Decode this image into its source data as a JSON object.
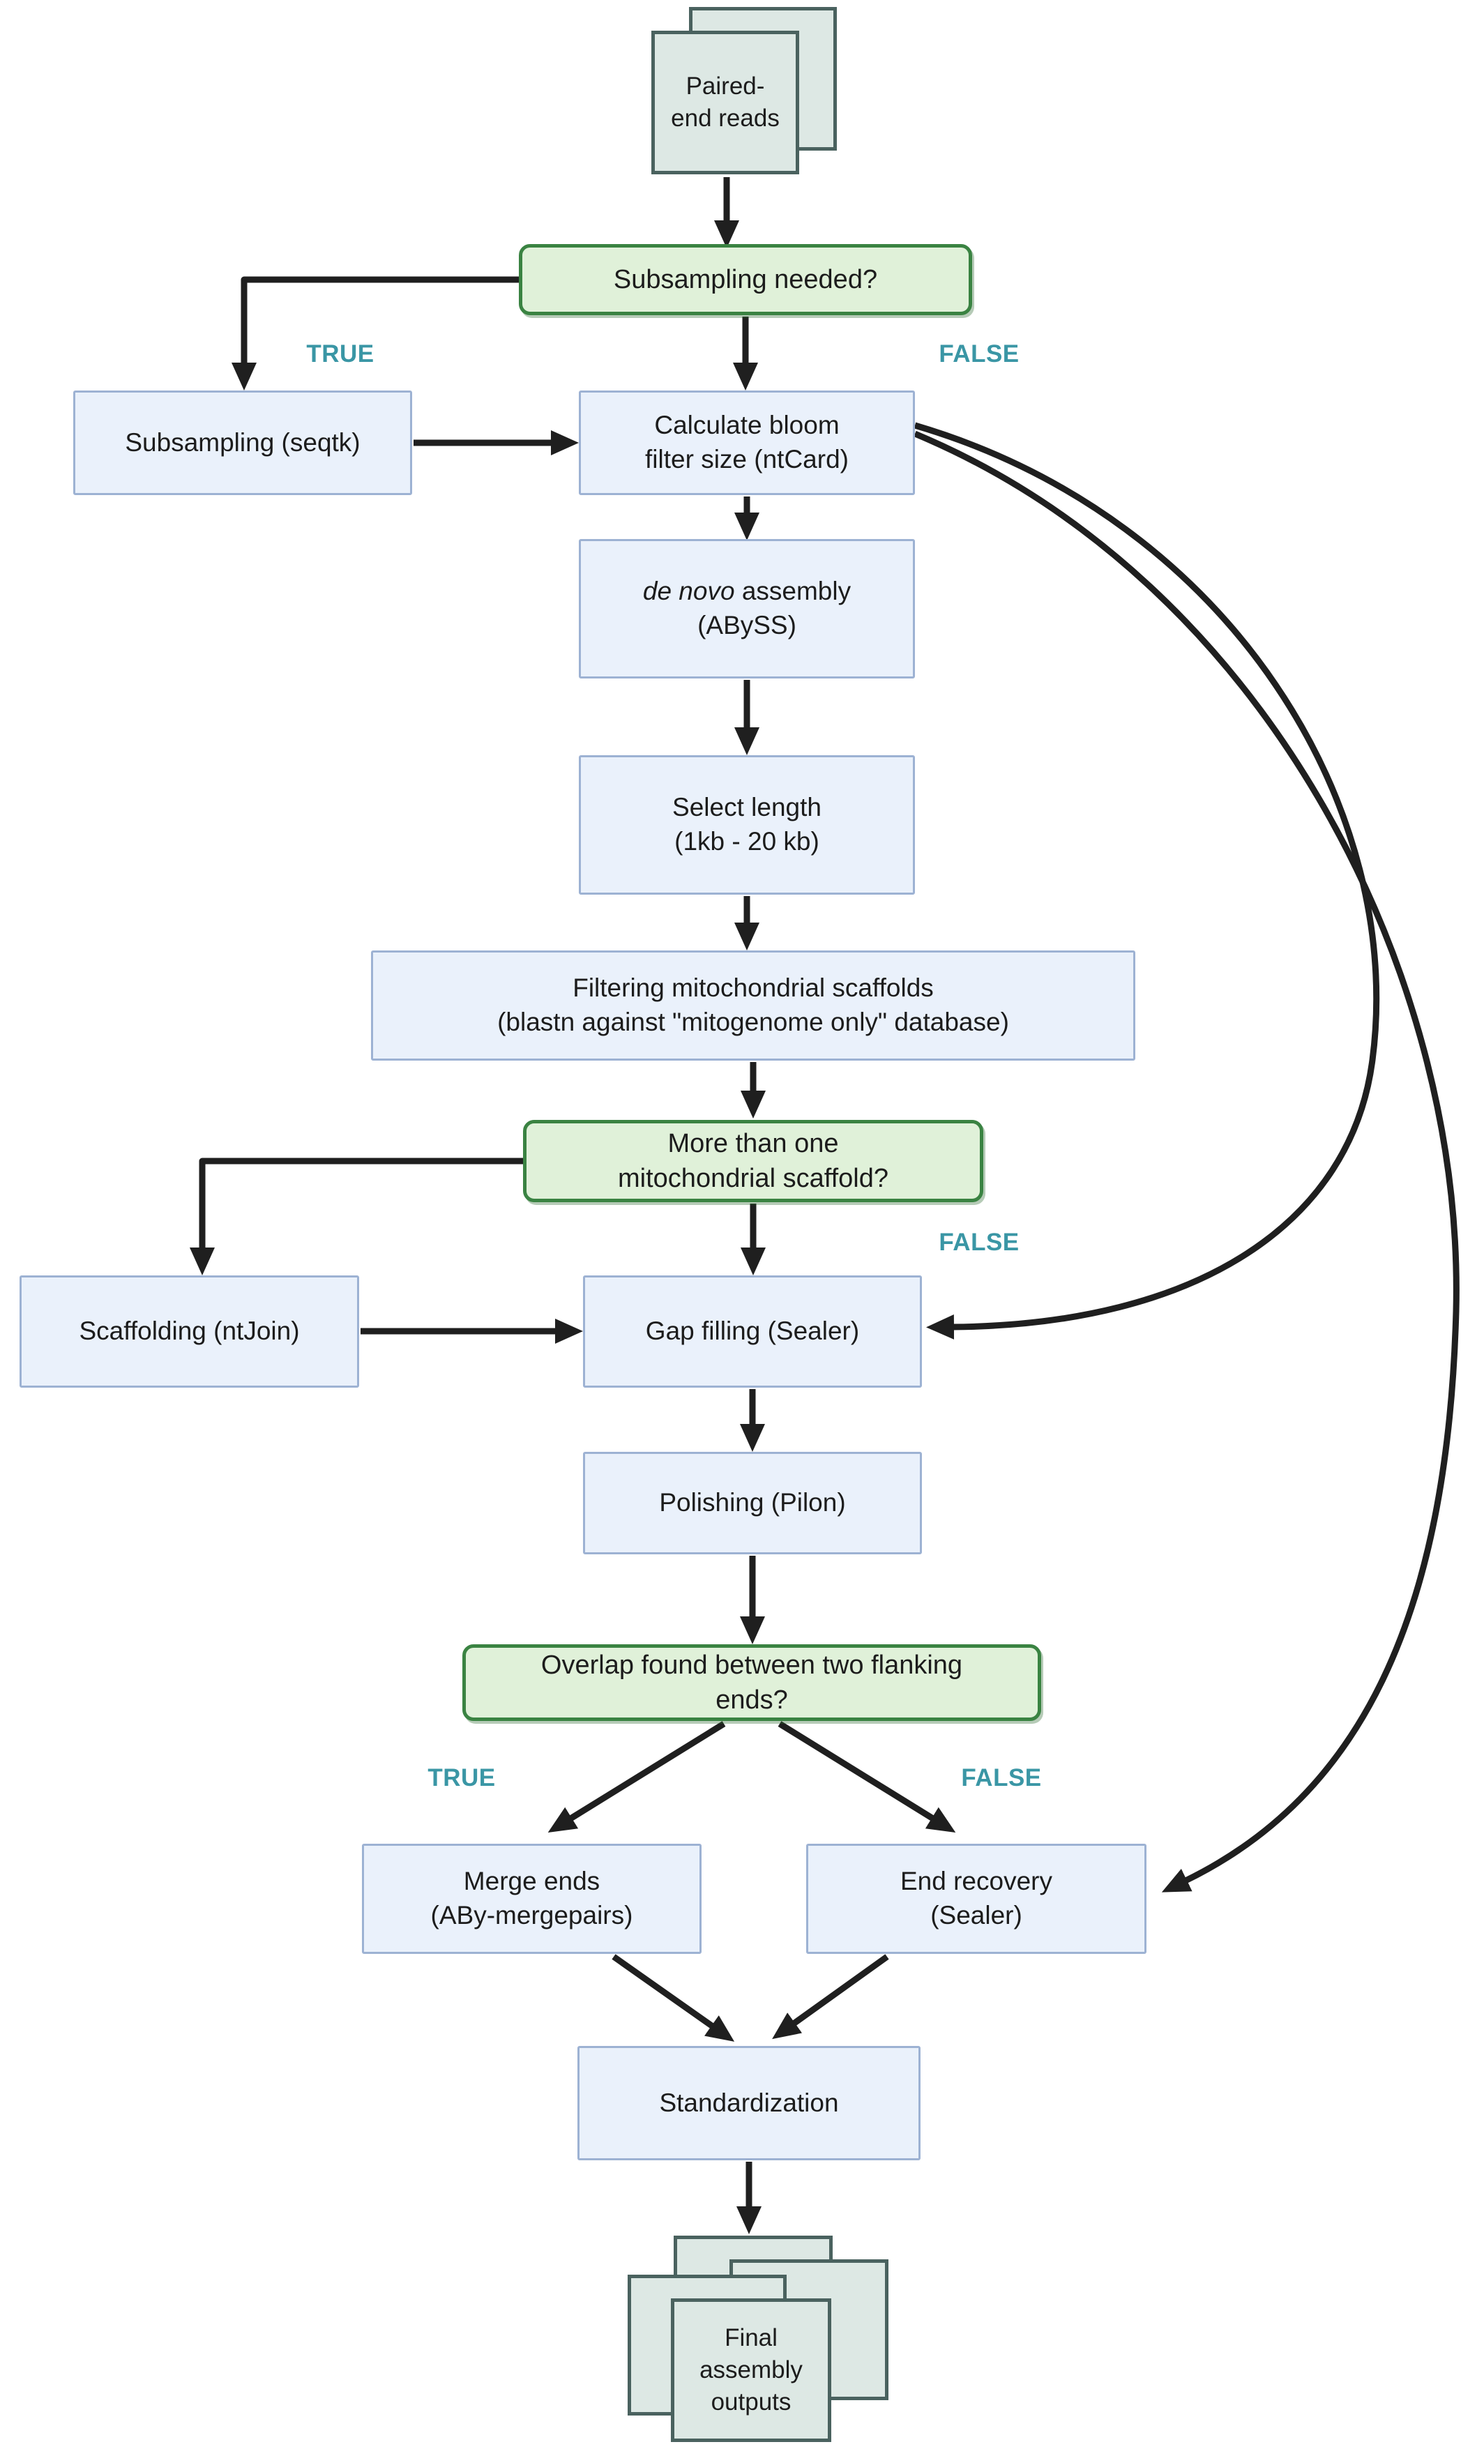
{
  "flowchart": {
    "nodes": {
      "paired_end_reads": {
        "line1": "Paired-",
        "line2": "end reads"
      },
      "subsampling_needed": {
        "label": "Subsampling needed?"
      },
      "subsampling": {
        "label": "Subsampling (seqtk)"
      },
      "calc_bloom": {
        "line1": "Calculate bloom",
        "line2": "filter size (ntCard)"
      },
      "de_novo_assembly": {
        "italic": "de novo",
        "rest": " assembly",
        "line2": "(ABySS)"
      },
      "select_length": {
        "line1": "Select length",
        "line2": "(1kb - 20 kb)"
      },
      "filtering": {
        "line1": "Filtering mitochondrial scaffolds",
        "line2": "(blastn against \"mitogenome only\" database)"
      },
      "more_than_one_scaffold": {
        "line1": "More than one",
        "line2": "mitochondrial scaffold?"
      },
      "scaffolding": {
        "label": "Scaffolding (ntJoin)"
      },
      "gap_filling": {
        "label": "Gap filling (Sealer)"
      },
      "polishing": {
        "label": "Polishing (Pilon)"
      },
      "overlap_found": {
        "line1": "Overlap found between two flanking",
        "line2": "ends?"
      },
      "merge_ends": {
        "line1": "Merge ends",
        "line2": "(ABy-mergepairs)"
      },
      "end_recovery": {
        "line1": "End recovery",
        "line2": "(Sealer)"
      },
      "standardization": {
        "label": "Standardization"
      },
      "final_outputs": {
        "line1": "Final",
        "line2": "assembly",
        "line3": "outputs"
      }
    },
    "branch_labels": {
      "subsampling_true": "TRUE",
      "subsampling_false": "FALSE",
      "scaffold_false": "FALSE",
      "overlap_true": "TRUE",
      "overlap_false": "FALSE"
    },
    "colors": {
      "process_fill": "#eaf1fb",
      "process_border": "#9db2d3",
      "decision_fill": "#e0f1d9",
      "decision_border": "#3a8342",
      "data_fill": "#dde8e4",
      "data_border": "#4a625f",
      "branch_label": "#3a96a5",
      "arrow": "#1f1f1f"
    }
  }
}
